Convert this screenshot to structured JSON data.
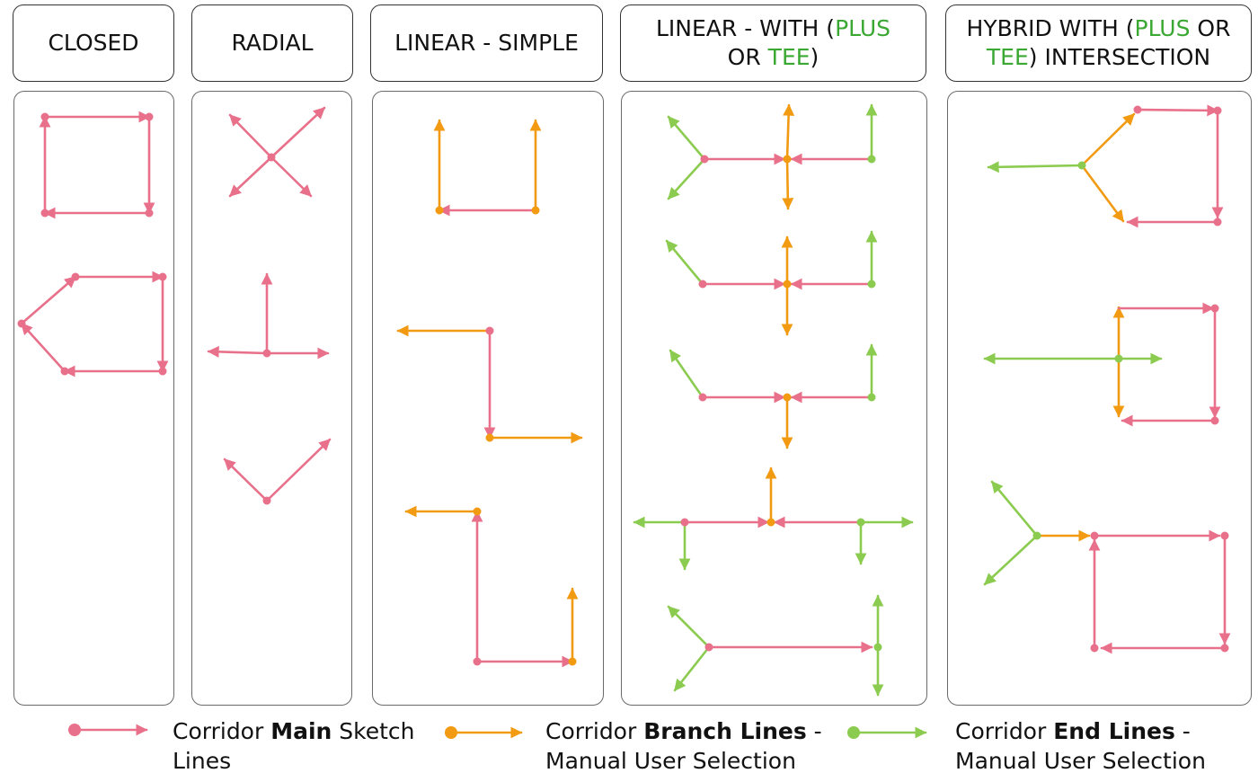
{
  "colors": {
    "main": "#e8708a",
    "branch": "#f19a12",
    "end": "#8bcb4f",
    "plusTee": "#3aa832"
  },
  "headers": {
    "closed": "CLOSED",
    "radial": "RADIAL",
    "linear_simple": "LINEAR - SIMPLE",
    "linear_with": {
      "p1": "LINEAR - WITH (",
      "plus": "PLUS",
      "or": "OR ",
      "tee": "TEE",
      "close": ")"
    },
    "hybrid": {
      "p1": "HYBRID WITH (",
      "plus": "PLUS",
      "or": " OR",
      "tee": "TEE",
      "rest": ") INTERSECTION"
    }
  },
  "legend": {
    "main": {
      "prefix": "Corridor ",
      "bold": "Main",
      "suffix": " Sketch",
      "line2": "Lines"
    },
    "branch": {
      "prefix": "Corridor ",
      "bold": "Branch Lines",
      "suffix": " -",
      "line2": "Manual User Selection"
    },
    "end": {
      "prefix": "Corridor ",
      "bold": "End Lines",
      "suffix": " -",
      "line2": "Manual User Selection"
    }
  }
}
